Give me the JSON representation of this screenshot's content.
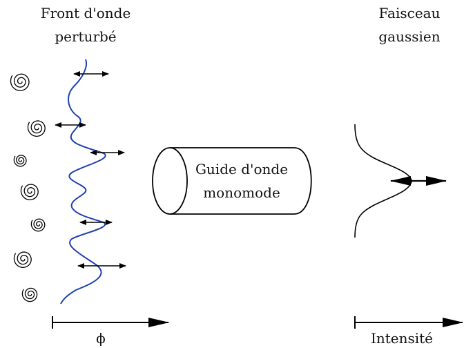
{
  "left_title": {
    "line1": "Front d'onde",
    "line2": "perturbé"
  },
  "right_title": {
    "line1": "Faisceau",
    "line2": "gaussien"
  },
  "guide_label": {
    "line1": "Guide d'onde",
    "line2": "monomode"
  },
  "left_axis_label": "ϕ",
  "right_axis_label": "Intensité",
  "colors": {
    "wavefront": "#1f3fb4",
    "ink": "#000000"
  },
  "icons": {
    "turbulence": "spiral-icon",
    "jitter": "double-arrow-icon"
  }
}
